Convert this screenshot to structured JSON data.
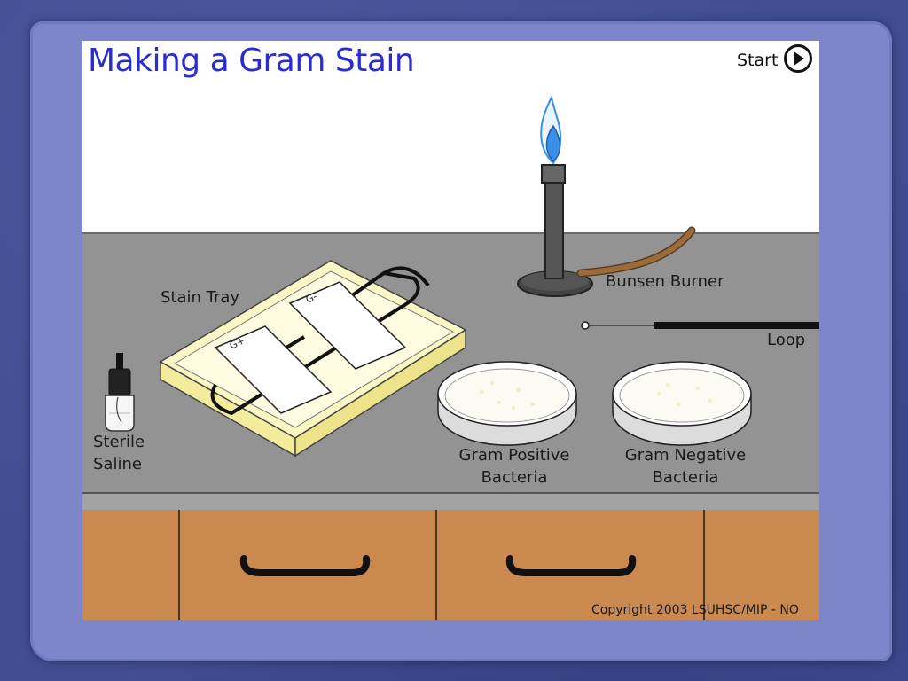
{
  "app": {
    "title": "Making a Gram Stain",
    "start_label": "Start",
    "copyright": "Copyright 2003 LSUHSC/MIP - NO"
  },
  "lab_items": {
    "stain_tray": "Stain Tray",
    "bunsen_burner": "Bunsen Burner",
    "loop": "Loop",
    "sterile_saline_line1": "Sterile",
    "sterile_saline_line2": "Saline",
    "gram_positive_line1": "Gram Positive",
    "gram_positive_line2": "Bacteria",
    "gram_negative_line1": "Gram Negative",
    "gram_negative_line2": "Bacteria",
    "slide_positive": "G+",
    "slide_negative": "G-"
  },
  "colors": {
    "title": "#2b2bd6",
    "counter": "#939393",
    "cabinet": "#c9894f",
    "tray": "#fbf7c4",
    "flame": "#3a8fe8",
    "hose": "#9b6b3a"
  },
  "icons": [
    "play-circle-icon",
    "flame-icon",
    "drawer-handle-icon"
  ]
}
